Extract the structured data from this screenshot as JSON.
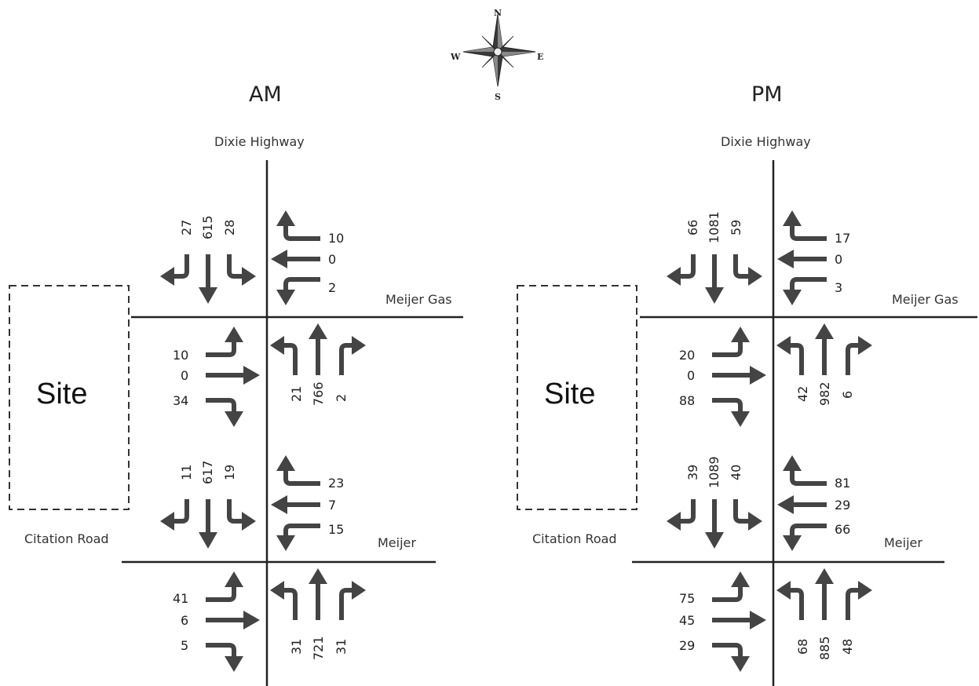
{
  "compass": {
    "n": "N",
    "s": "S",
    "e": "E",
    "w": "W"
  },
  "am": {
    "title": "AM",
    "labels": {
      "highway": "Dixie Highway",
      "site": "Site",
      "gas": "Meijer Gas",
      "citation": "Citation Road",
      "meijer": "Meijer"
    },
    "north": {
      "sb": {
        "right": "27",
        "thru": "615",
        "left": "28"
      },
      "wb": {
        "right": "10",
        "thru": "0",
        "left": "2"
      },
      "eb": {
        "left": "10",
        "thru": "0",
        "right": "34"
      },
      "nb": {
        "left": "21",
        "thru": "766",
        "right": "2"
      }
    },
    "south": {
      "sb": {
        "right": "11",
        "thru": "617",
        "left": "19"
      },
      "wb": {
        "right": "23",
        "thru": "7",
        "left": "15"
      },
      "eb": {
        "left": "41",
        "thru": "6",
        "right": "5"
      },
      "nb": {
        "left": "31",
        "thru": "721",
        "right": "31"
      }
    }
  },
  "pm": {
    "title": "PM",
    "labels": {
      "highway": "Dixie Highway",
      "site": "Site",
      "gas": "Meijer Gas",
      "citation": "Citation Road",
      "meijer": "Meijer"
    },
    "north": {
      "sb": {
        "right": "66",
        "thru": "1081",
        "left": "59"
      },
      "wb": {
        "right": "17",
        "thru": "0",
        "left": "3"
      },
      "eb": {
        "left": "20",
        "thru": "0",
        "right": "88"
      },
      "nb": {
        "left": "42",
        "thru": "982",
        "right": "6"
      }
    },
    "south": {
      "sb": {
        "right": "39",
        "thru": "1089",
        "left": "40"
      },
      "wb": {
        "right": "81",
        "thru": "29",
        "left": "66"
      },
      "eb": {
        "left": "75",
        "thru": "45",
        "right": "29"
      },
      "nb": {
        "left": "68",
        "thru": "885",
        "right": "48"
      }
    }
  }
}
